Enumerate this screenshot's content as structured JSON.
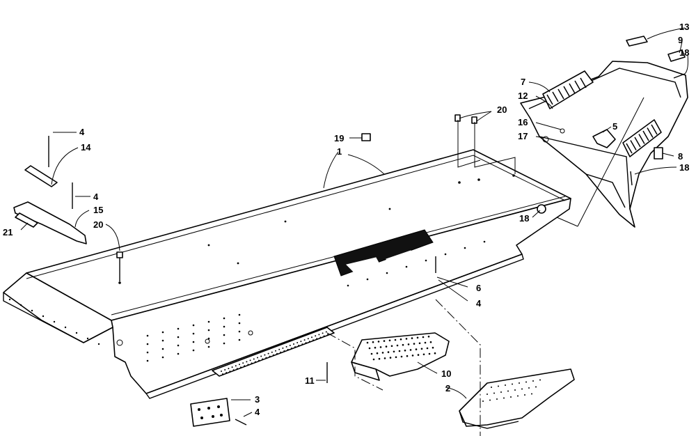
{
  "callouts": [
    {
      "id": "c1",
      "label": "1"
    },
    {
      "id": "c2",
      "label": "2"
    },
    {
      "id": "c3",
      "label": "3"
    },
    {
      "id": "c4a",
      "label": "4"
    },
    {
      "id": "c4b",
      "label": "4"
    },
    {
      "id": "c4c",
      "label": "4"
    },
    {
      "id": "c4d",
      "label": "4"
    },
    {
      "id": "c5",
      "label": "5"
    },
    {
      "id": "c6",
      "label": "6"
    },
    {
      "id": "c7",
      "label": "7"
    },
    {
      "id": "c8",
      "label": "8"
    },
    {
      "id": "c9",
      "label": "9"
    },
    {
      "id": "c10",
      "label": "10"
    },
    {
      "id": "c11",
      "label": "11"
    },
    {
      "id": "c12",
      "label": "12"
    },
    {
      "id": "c13",
      "label": "13"
    },
    {
      "id": "c14",
      "label": "14"
    },
    {
      "id": "c15",
      "label": "15"
    },
    {
      "id": "c16",
      "label": "16"
    },
    {
      "id": "c17",
      "label": "17"
    },
    {
      "id": "c18a",
      "label": "18"
    },
    {
      "id": "c18b",
      "label": "18"
    },
    {
      "id": "c18c",
      "label": "18"
    },
    {
      "id": "c19",
      "label": "19"
    },
    {
      "id": "c20a",
      "label": "20"
    },
    {
      "id": "c20b",
      "label": "20"
    },
    {
      "id": "c21",
      "label": "21"
    }
  ]
}
